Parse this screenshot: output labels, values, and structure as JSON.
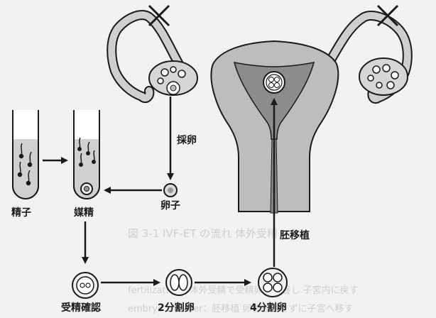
{
  "labels": {
    "saiiran": "採卵",
    "ranshi": "卵子",
    "seishi": "精子",
    "baisei": "媒精",
    "hai_ishoku": "胚移植",
    "jusei_kakunin": "受精確認",
    "nibun": "2分割卵",
    "yonbun": "4分割卵"
  },
  "ghost_text": {
    "line1": "図 3-1 IVF-ET の流れ 体外受精",
    "line2": "fertilization：体外受精で受精卵を培養し 子宮内に戻す",
    "line3": "embryo transfer：胚移植 卵管を通さずに子宮へ移す"
  },
  "colors": {
    "uterus_fill": "#bdbdbd",
    "cavity_fill": "#8c8c8c",
    "line": "#1a1a1a",
    "tube_fill": "#d0d0d0",
    "background": "#f3f2f0"
  }
}
